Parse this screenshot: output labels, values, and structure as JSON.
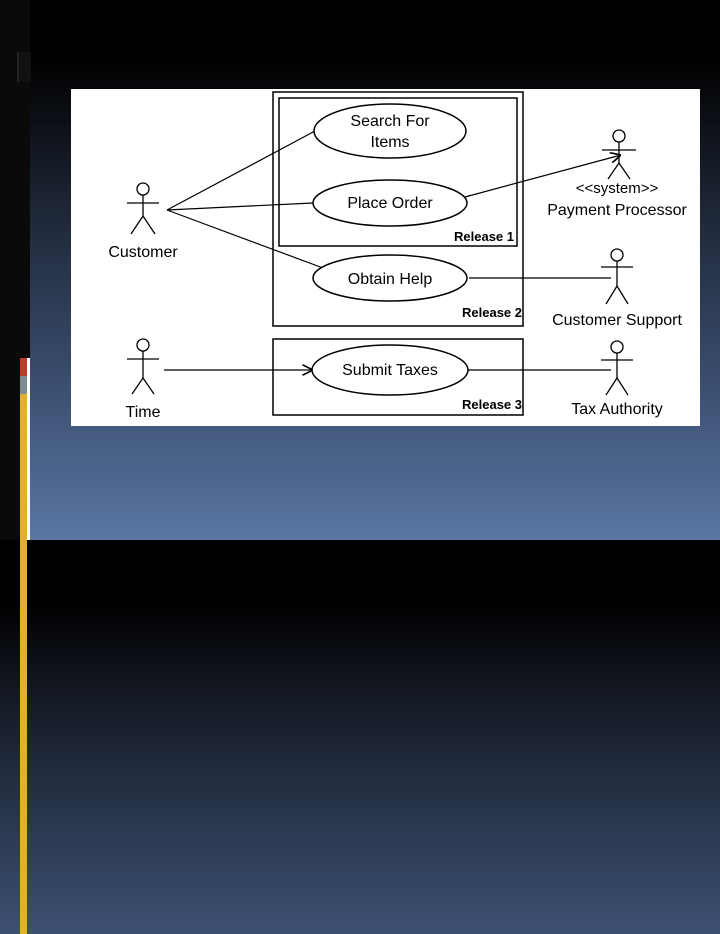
{
  "diagram": {
    "use_cases": {
      "search_line1": "Search For",
      "search_line2": "Items",
      "place_order": "Place Order",
      "obtain_help": "Obtain Help",
      "submit_taxes": "Submit Taxes"
    },
    "actors": {
      "customer": "Customer",
      "system_stereotype": "<<system>>",
      "payment_processor": "Payment Processor",
      "customer_support": "Customer Support",
      "time": "Time",
      "tax_authority": "Tax Authority"
    },
    "releases": {
      "r1": "Release 1",
      "r2": "Release 2",
      "r3": "Release 3"
    }
  }
}
